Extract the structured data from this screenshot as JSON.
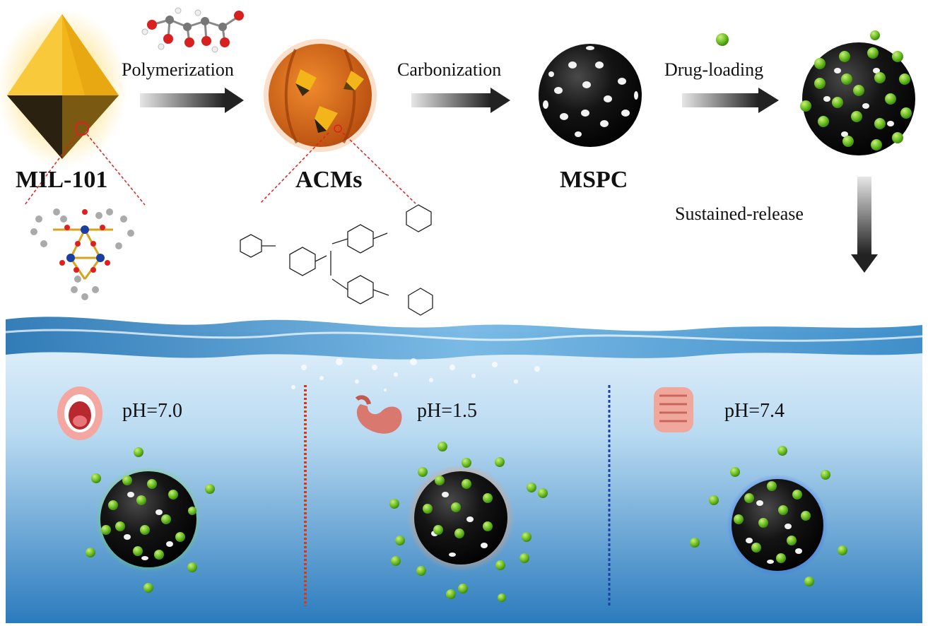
{
  "stages": {
    "mil101": "MIL-101",
    "acms": "ACMs",
    "mspc": "MSPC"
  },
  "steps": {
    "polymerization": "Polymerization",
    "carbonization": "Carbonization",
    "drug_loading": "Drug-loading",
    "sustained_release": "Sustained-release"
  },
  "environments": [
    {
      "organ": "mouth",
      "ph": "pH=7.0",
      "glow_color": "#6fe04a"
    },
    {
      "organ": "stomach",
      "ph": "pH=1.5",
      "glow_color": "#e8a070"
    },
    {
      "organ": "intestine",
      "ph": "pH=7.4",
      "glow_color": "#3b6bff"
    }
  ],
  "colors": {
    "octahedron": "#f2b51a",
    "acm_sphere": "#d9641c",
    "carbon_sphere": "#111111",
    "drug": "#7ecb2f",
    "water_top": "#cfe6f6",
    "water_bottom": "#2f7fc0",
    "divider_red": "#d9361a",
    "divider_blue": "#1f3fa8"
  }
}
